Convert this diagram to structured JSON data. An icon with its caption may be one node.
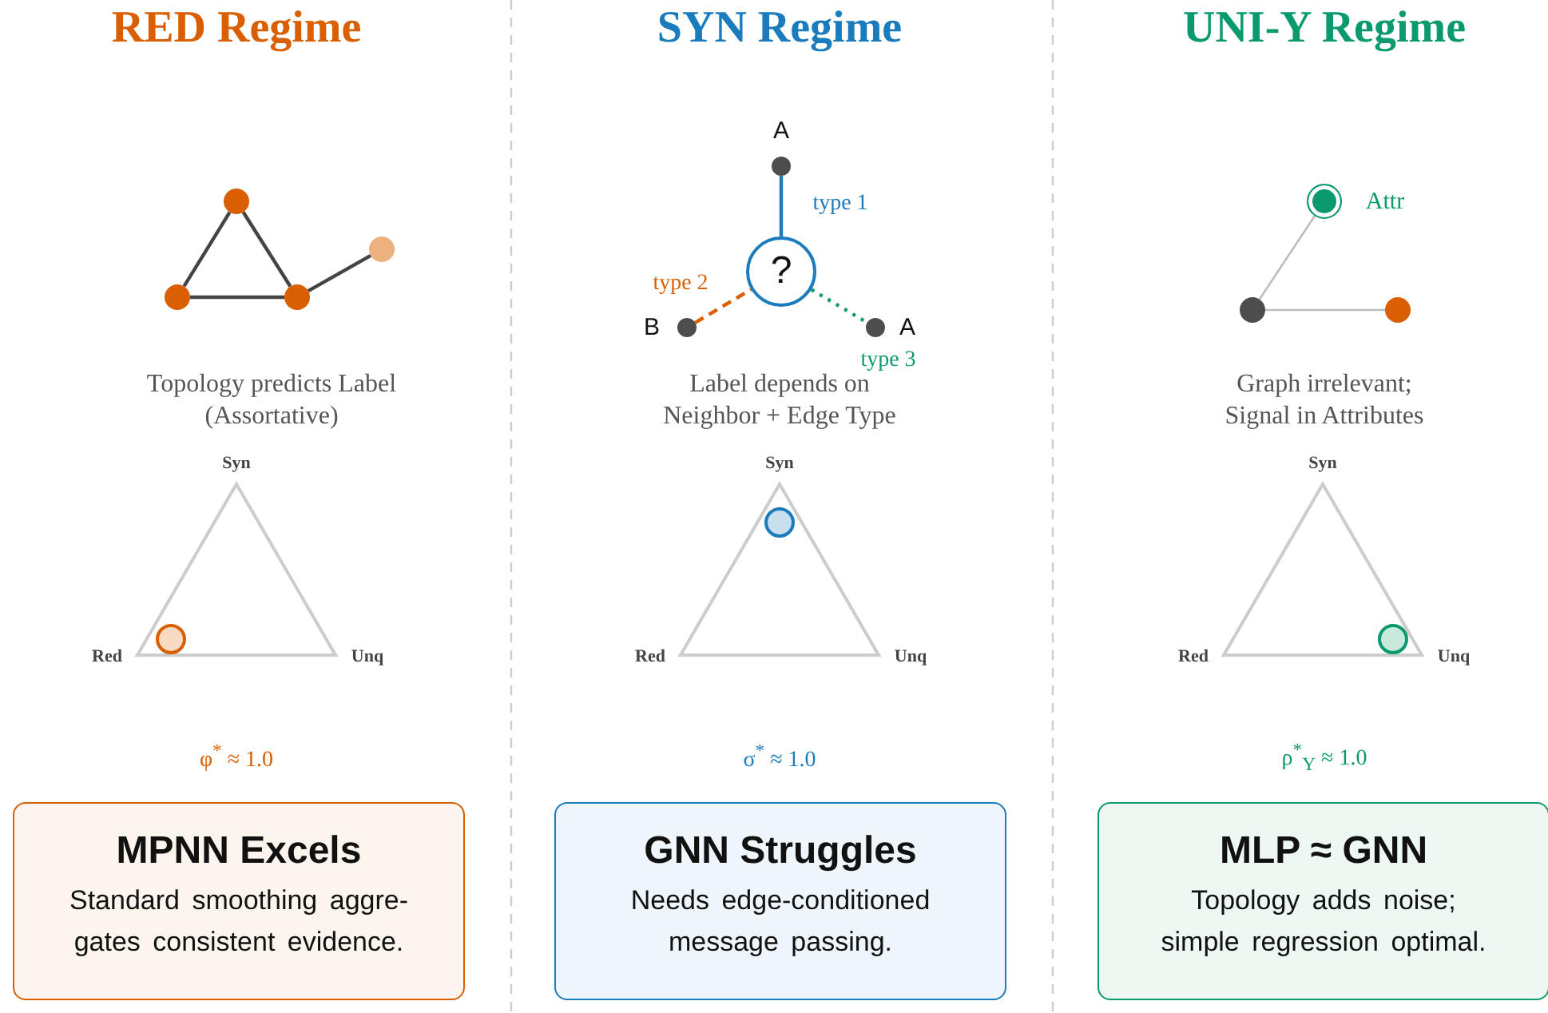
{
  "diagram": {
    "nodes": [
      {
        "text": [],
        "shape": "circle"
      },
      {
        "text": [],
        "shape": "circle"
      },
      {
        "text": [],
        "shape": "circle"
      },
      {
        "text": [],
        "shape": "circle"
      },
      {
        "text": [],
        "shape": "circle",
        "beside": [
          "A"
        ]
      },
      {
        "text": [
          "?"
        ]
      },
      {
        "text": [],
        "shape": "circle",
        "beside": [
          "B"
        ]
      },
      {
        "text": [],
        "shape": "circle",
        "beside": [
          "A"
        ]
      },
      {
        "text": [],
        "shape": "circle",
        "beside": [
          "Attr"
        ]
      },
      {
        "text": [],
        "shape": "circle"
      },
      {
        "text": [],
        "shape": "circle"
      },
      {
        "text": [
          "MPNN Excels",
          "Standard smoothing aggre- gates consistent evidence."
        ]
      },
      {
        "text": [
          "GNN Struggles",
          "Needs edge-conditioned message passing."
        ]
      },
      {
        "text": [
          "MLP ≈ GNN",
          "Topology adds noise; simple regression optimal."
        ]
      }
    ],
    "edges": [
      {
        "from": 0,
        "to": 1,
        "arrow": "none"
      },
      {
        "from": 0,
        "to": 2,
        "arrow": "none"
      },
      {
        "from": 1,
        "to": 2,
        "arrow": "none"
      },
      {
        "from": 2,
        "to": 3,
        "arrow": "none"
      },
      {
        "from": 4,
        "to": 5,
        "arrow": "none",
        "label": "type 1",
        "color": "#1a7bbd"
      },
      {
        "from": 6,
        "to": 5,
        "arrow": "none",
        "label": "type 2",
        "style": "dashed",
        "color": "#d95f02"
      },
      {
        "from": 5,
        "to": 7,
        "arrow": "none",
        "label": "type 3",
        "style": "dashed",
        "color": "#0b9a6e"
      },
      {
        "from": 8,
        "to": 9,
        "arrow": "none",
        "color": "#bbbbbb"
      },
      {
        "from": 9,
        "to": 10,
        "arrow": "none",
        "color": "#bbbbbb"
      }
    ],
    "labels": [
      "RED Regime",
      "SYN Regime",
      "UNI-Y Regime",
      "Topology predicts Label (Assortative)",
      "Label depends on Neighbor + Edge Type",
      "Graph irrelevant; Signal in Attributes",
      "Syn",
      "Red",
      "Unq",
      "Syn",
      "Red",
      "Unq",
      "Syn",
      "Red",
      "Unq",
      "φ$^{*}$ ≈ 1.0",
      "σ$^{*}$ ≈ 1.0",
      "ρ$^{*}$$_{Y}$ ≈ 1.0"
    ]
  }
}
